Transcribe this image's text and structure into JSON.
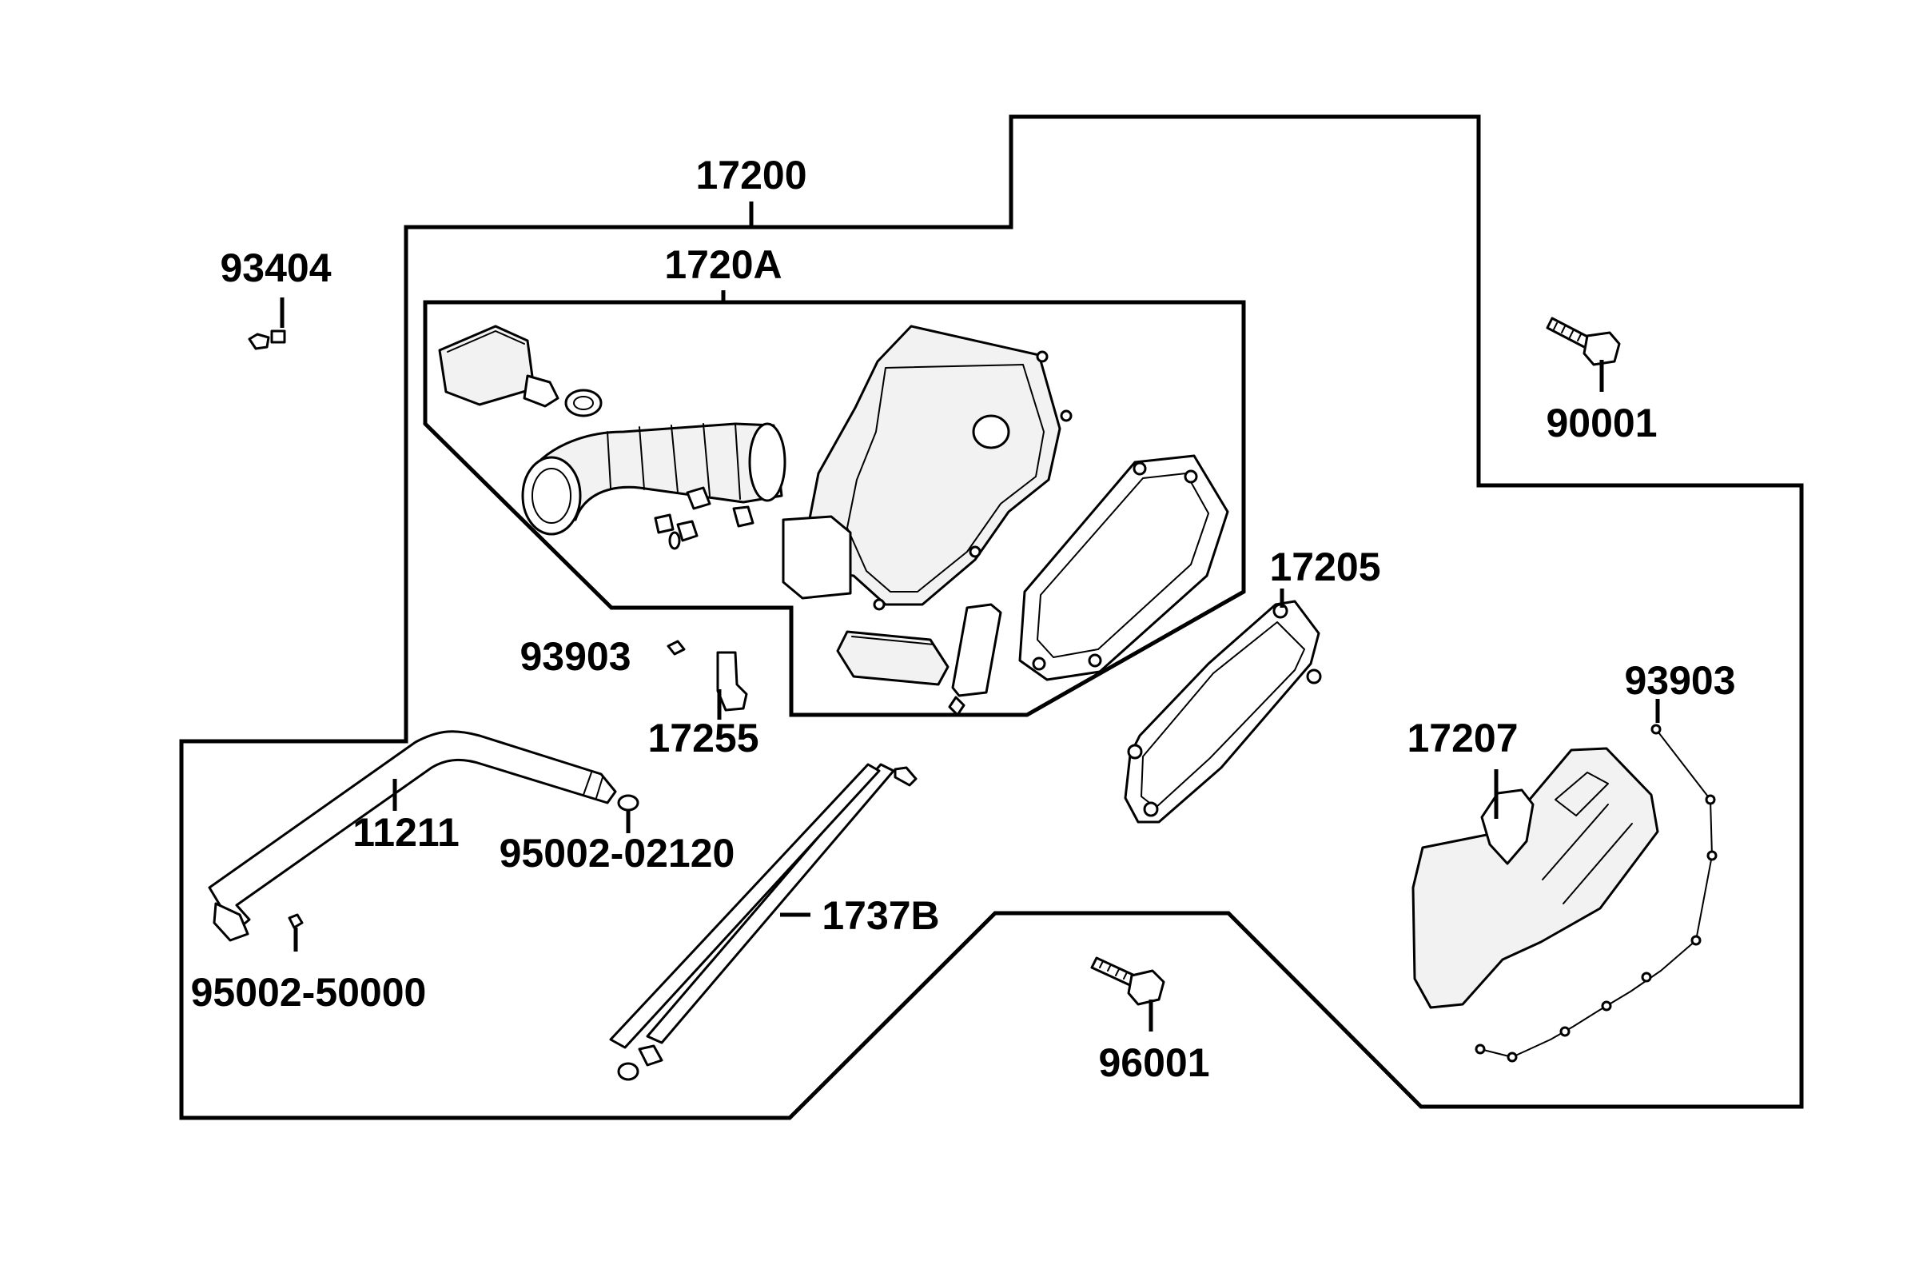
{
  "labels": {
    "p17200": "17200",
    "p1720A": "1720A",
    "p93404": "93404",
    "p90001": "90001",
    "p93903_left": "93903",
    "p17255": "17255",
    "p17205": "17205",
    "p93903_right": "93903",
    "p17207": "17207",
    "p11211": "11211",
    "p95002_02120": "95002-02120",
    "p1737B": "1737B",
    "p95002_50000": "95002-50000",
    "p96001": "96001"
  }
}
